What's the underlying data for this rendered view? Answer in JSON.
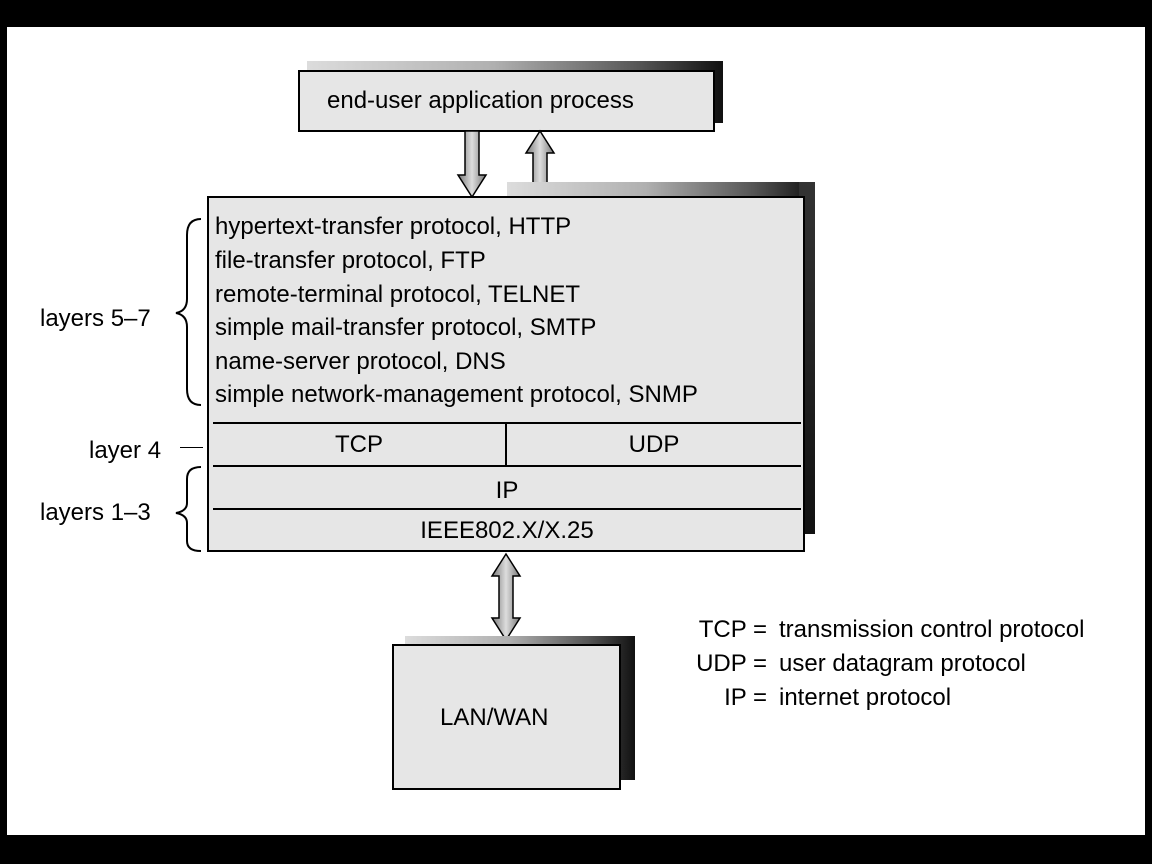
{
  "top_box": {
    "label": "end-user application process"
  },
  "stack": {
    "application_protocols": [
      "hypertext-transfer protocol, HTTP",
      "file-transfer protocol, FTP",
      "remote-terminal protocol, TELNET",
      "simple mail-transfer protocol, SMTP",
      "name-server protocol, DNS",
      "simple network-management protocol, SNMP"
    ],
    "transport": {
      "left": "TCP",
      "right": "UDP"
    },
    "network": "IP",
    "link": "IEEE802.X/X.25"
  },
  "layer_labels": {
    "upper": "layers 5–7",
    "middle": "layer 4",
    "lower": "layers 1–3"
  },
  "bottom_box": {
    "label": "LAN/WAN"
  },
  "legend": [
    {
      "abbr": "TCP =",
      "meaning": "transmission control protocol"
    },
    {
      "abbr": "UDP =",
      "meaning": "user datagram protocol"
    },
    {
      "abbr": "IP =",
      "meaning": "internet protocol"
    }
  ]
}
